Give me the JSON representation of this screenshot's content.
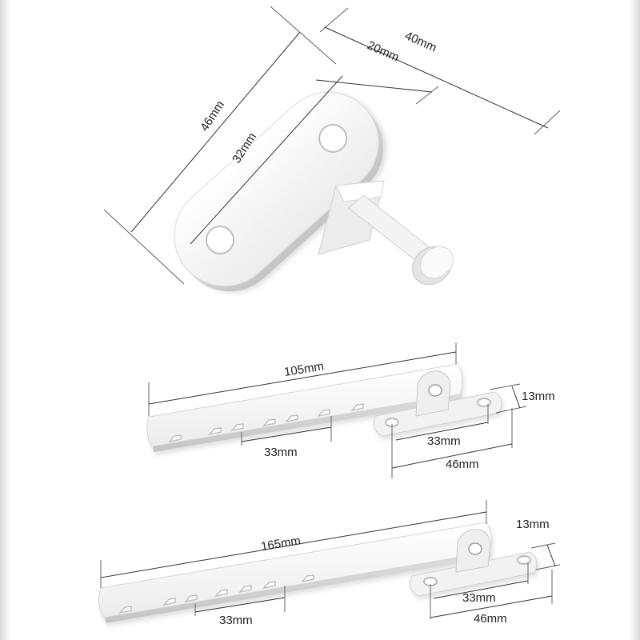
{
  "colors": {
    "background": "#ffffff",
    "metal": "#f4f4f4",
    "shadow": "#c8c8c8",
    "line": "#333333"
  },
  "bracket": {
    "height_label": "46mm",
    "hole_spacing_label": "32mm",
    "width_label": "40mm",
    "pin_offset_label": "20mm"
  },
  "stay_105": {
    "length_label": "105mm",
    "notch_spacing_label": "33mm",
    "slot_spacing_label": "33mm",
    "plate_length_label": "46mm",
    "plate_height_label": "13mm"
  },
  "stay_165": {
    "length_label": "165mm",
    "notch_spacing_label": "33mm",
    "slot_spacing_label": "33mm",
    "plate_length_label": "46mm",
    "plate_height_label": "13mm"
  }
}
